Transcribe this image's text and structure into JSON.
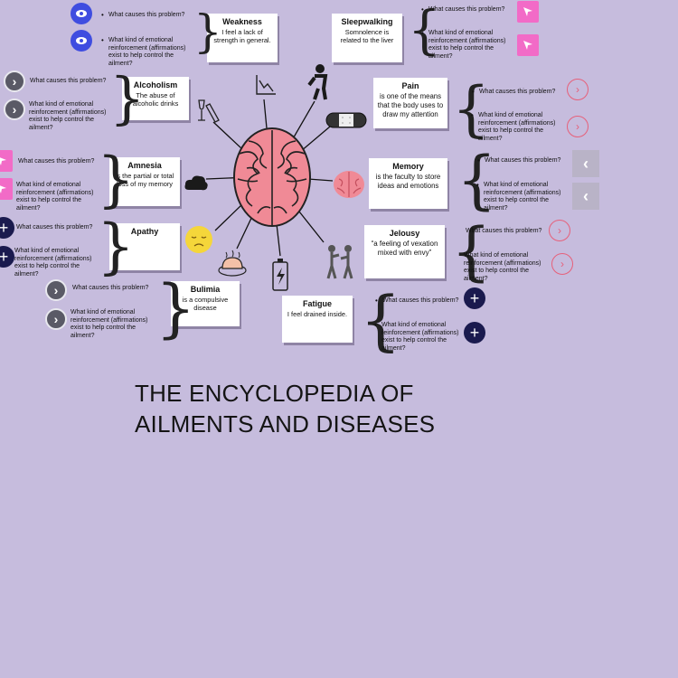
{
  "title": {
    "line1": "THE ENCYCLOPEDIA OF",
    "line2": "AILMENTS AND DISEASES"
  },
  "question_causes": "What causes this problem?",
  "question_affirm": "What kind of emotional reinforcement (affirmations) exist to help control the ailment?",
  "cards": {
    "weakness": {
      "title": "Weakness",
      "desc": "I feel a lack of strength in general."
    },
    "sleepwalking": {
      "title": "Sleepwalking",
      "desc": "Somnolence is related to the liver"
    },
    "alcoholism": {
      "title": "Alcoholism",
      "desc": "The abuse of alcoholic drinks"
    },
    "pain": {
      "title": "Pain",
      "desc": "is one of the means that the body uses to draw my attention"
    },
    "amnesia": {
      "title": "Amnesia",
      "desc": "is the partial or total loss of my memory"
    },
    "memory": {
      "title": "Memory",
      "desc": "is the faculty to store ideas and emotions"
    },
    "apathy": {
      "title": "Apathy",
      "desc": ""
    },
    "jelousy": {
      "title": "Jelousy",
      "desc": "“a feeling of vexation mixed with envy”"
    },
    "bulimia": {
      "title": "Bulimia",
      "desc": "is a compulsive disease"
    },
    "fatigue": {
      "title": "Fatigue",
      "desc": "I feel drained inside."
    }
  },
  "icons": {
    "eye": "eye-icon",
    "cursor": "cursor-icon",
    "chevron": "chevron-right-icon",
    "plus": "plus-icon",
    "back": "chevron-left-icon",
    "brain": "brain-icon"
  },
  "colors": {
    "background": "#c6bcdd",
    "eye_button": "#3f4de0",
    "pink_button": "#f26bc7",
    "red_outline": "#e6607a",
    "navy_button": "#1a1a4e",
    "brain": "#f08a96"
  }
}
